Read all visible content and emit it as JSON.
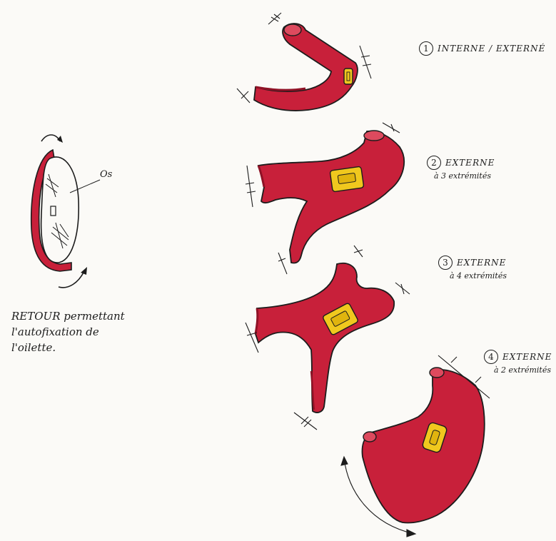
{
  "colors": {
    "fabric": "#c8203a",
    "fabric_dark": "#8f1226",
    "fabric_light": "#dd4a5e",
    "buckle": "#f0c81e",
    "ink": "#1c1c1c",
    "paper": "#fbfaf7"
  },
  "left": {
    "bone_label": "Os",
    "caption": [
      "RETOUR permettant",
      "l'autofixation de",
      "l'oilette."
    ]
  },
  "steps": [
    {
      "number": "1",
      "title": "INTERNE / EXTERNÉ",
      "subtitle": ""
    },
    {
      "number": "2",
      "title": "EXTERNE",
      "subtitle": "à 3 extrémités"
    },
    {
      "number": "3",
      "title": "EXTERNE",
      "subtitle": "à 4 extrémités"
    },
    {
      "number": "4",
      "title": "EXTERNE",
      "subtitle": "à 2 extrémités"
    }
  ]
}
